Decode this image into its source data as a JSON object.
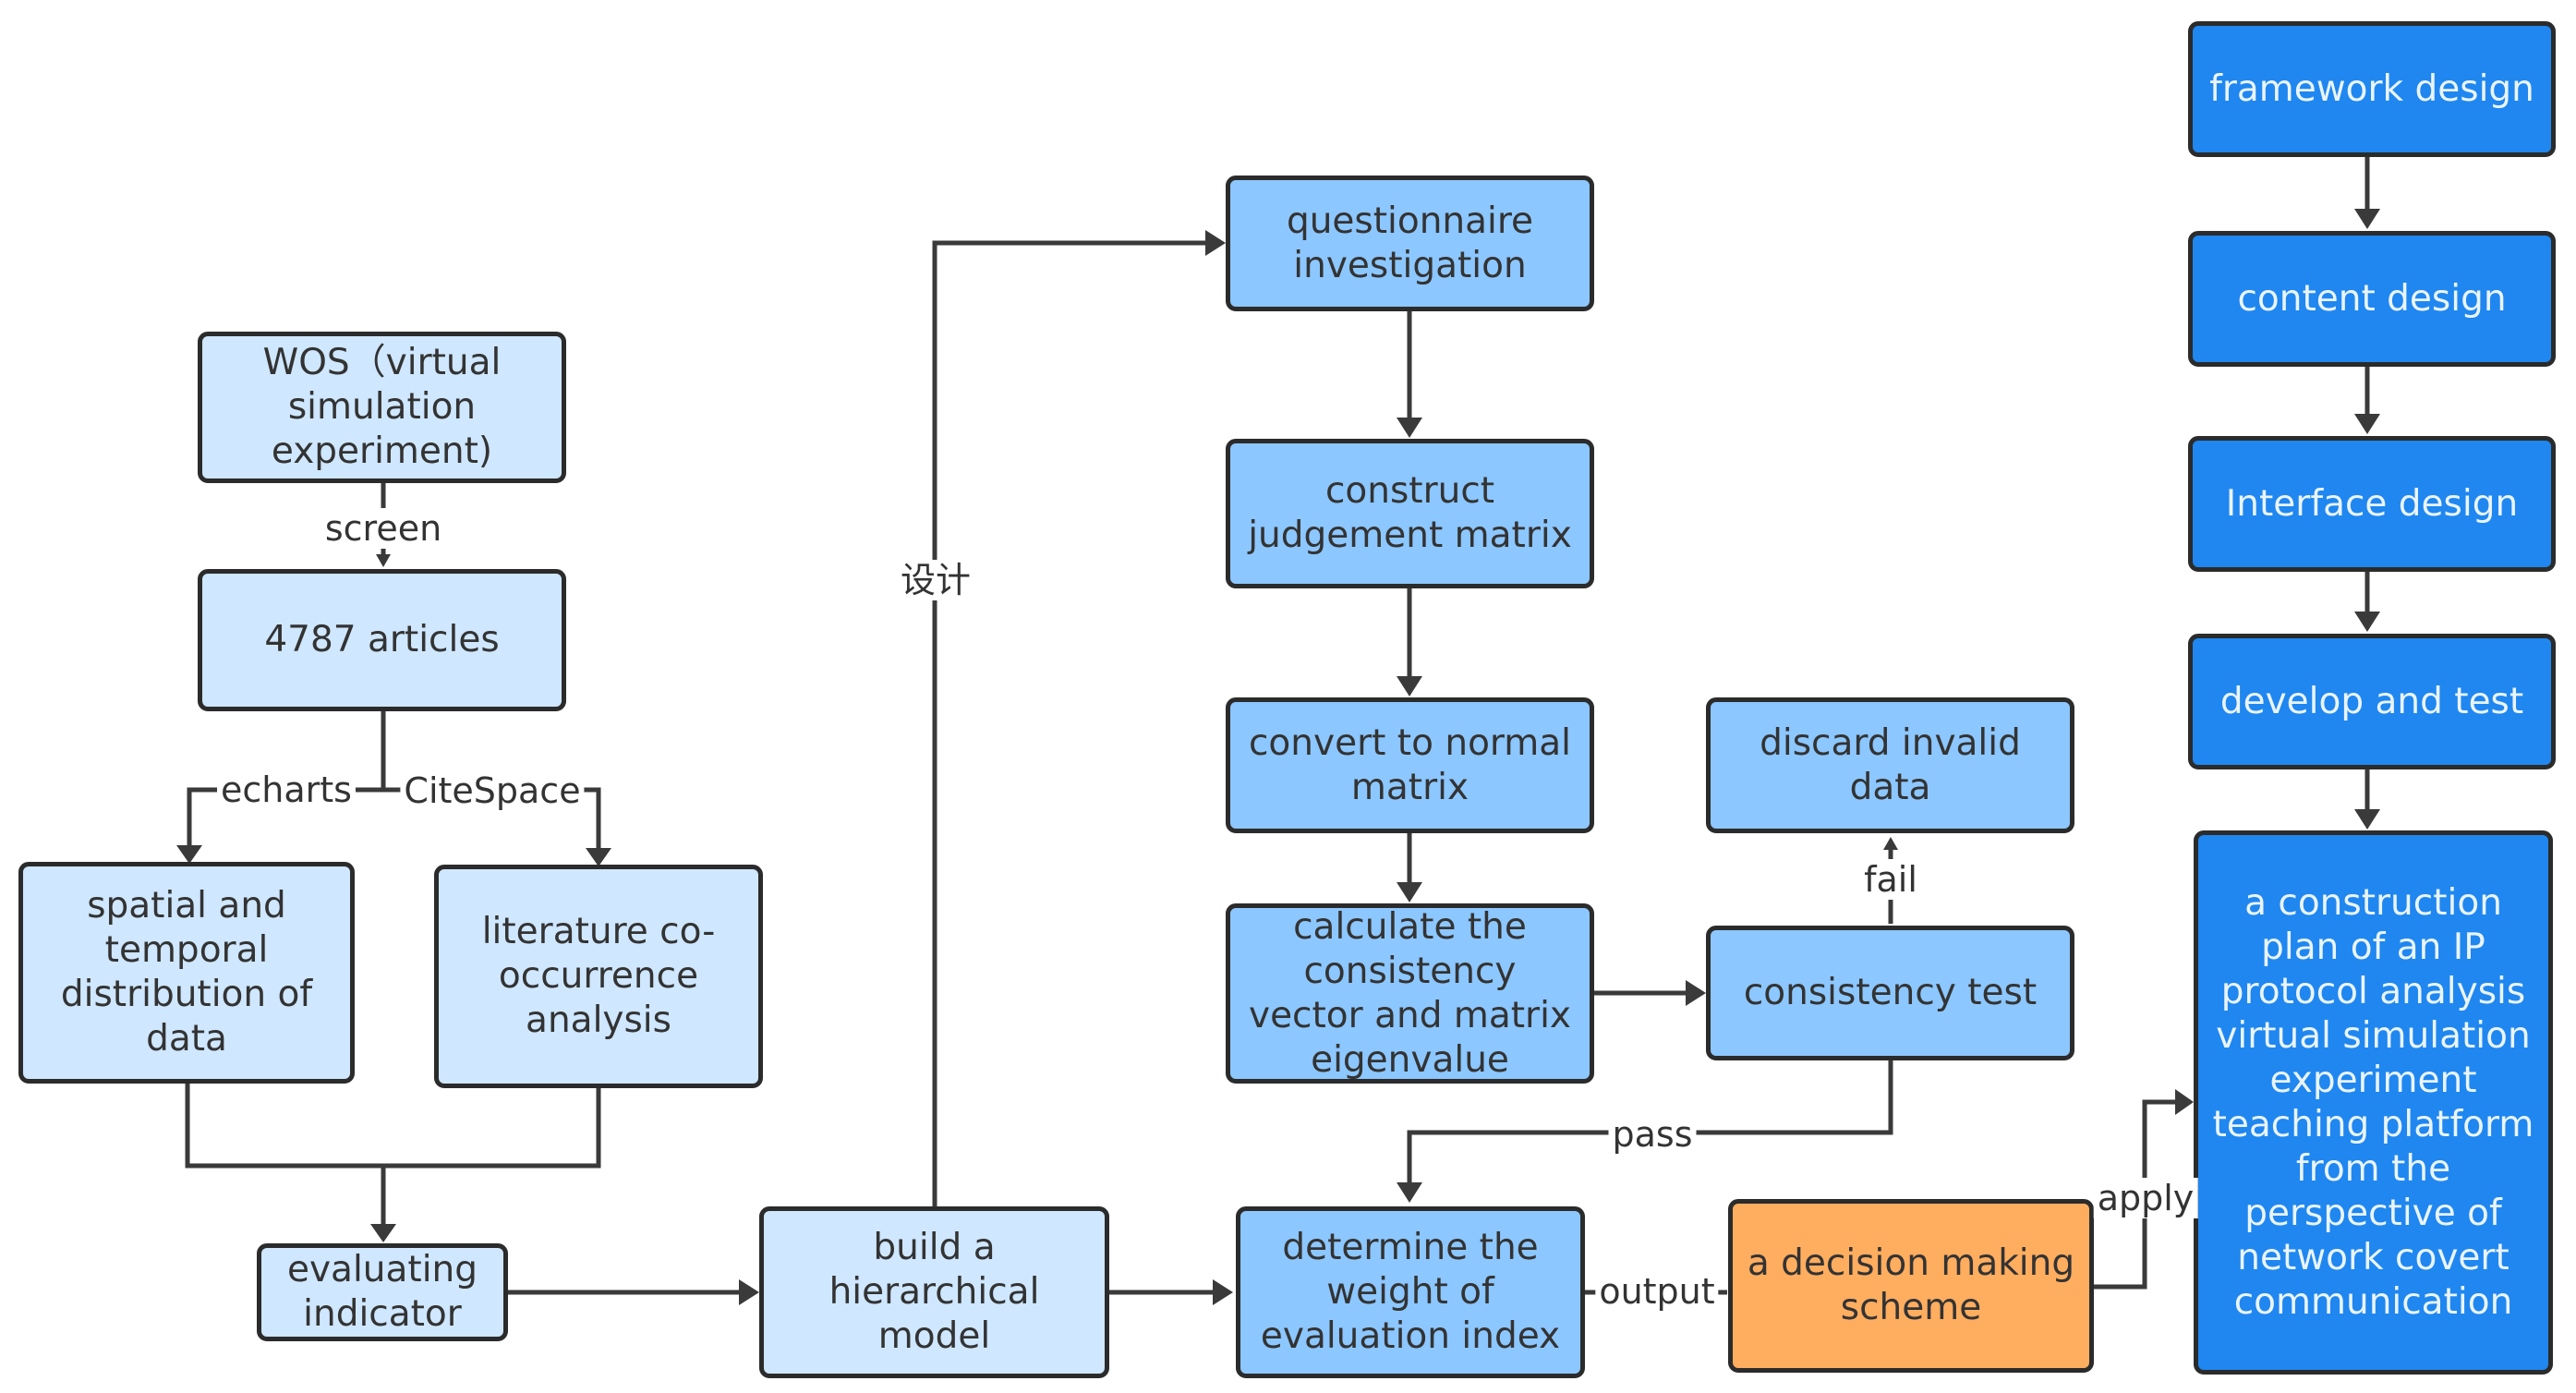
{
  "nodes": {
    "wos": "WOS（virtual simulation experiment)",
    "articles": "4787 articles",
    "spatial": "spatial and temporal distribution of data",
    "literature": "literature co-occurrence analysis",
    "evaluating": "evaluating indicator",
    "hierarchical": "build a hierarchical model",
    "questionnaire": "questionnaire investigation",
    "judgement": "construct judgement matrix",
    "normal": "convert to normal matrix",
    "consistency_vector": "calculate the consistency vector and matrix eigenvalue",
    "discard": "discard invalid data",
    "consistency_test": "consistency test",
    "weight": "determine the weight of evaluation index",
    "decision": "a decision making scheme",
    "framework": "framework design",
    "content": "content design",
    "interface": "Interface design",
    "develop": "develop and test",
    "plan": "a construction plan of an IP protocol analysis virtual simulation experiment teaching platform from the perspective of network covert communication"
  },
  "edges": {
    "screen": "screen",
    "echarts": "echarts",
    "citespace": "CiteSpace",
    "design": "设计",
    "fail": "fail",
    "pass": "pass",
    "output": "output",
    "apply": "apply"
  },
  "colors": {
    "pale": "#cfe7ff",
    "mid": "#8cc7ff",
    "deep": "#1f87ef",
    "orange": "#ffad5f",
    "border": "#2b2b2b"
  }
}
